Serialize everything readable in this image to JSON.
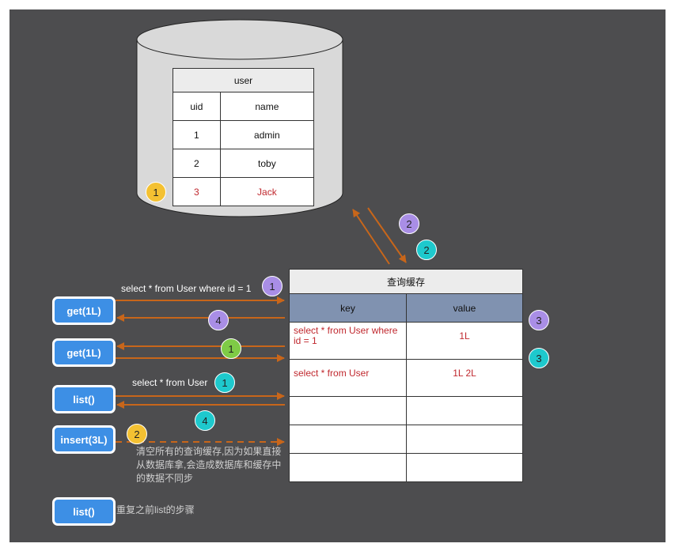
{
  "colors": {
    "panel": "#4d4d4f",
    "arrow": "#c8661a",
    "button": "#3d8fe5",
    "badge_purple": "#a98ee6",
    "badge_teal": "#1ec9cd",
    "badge_green": "#7fcb46",
    "badge_yellow": "#f4c132",
    "highlight_text": "#c0282e"
  },
  "database": {
    "table_title": "user",
    "columns": [
      "uid",
      "name"
    ],
    "rows": [
      [
        "1",
        "admin"
      ],
      [
        "2",
        "toby"
      ],
      [
        "3",
        "Jack"
      ]
    ],
    "new_row_badge": "1"
  },
  "cache": {
    "title": "查询缓存",
    "columns": [
      "key",
      "value"
    ],
    "entries": [
      {
        "key": "select * from User where id = 1",
        "value": "1L",
        "badge": "3"
      },
      {
        "key": "select * from User",
        "value": "1L 2L",
        "badge": "3"
      }
    ]
  },
  "db_cache_badges": [
    "2",
    "2"
  ],
  "operations": [
    {
      "label": "get(1L)",
      "query": "select * from User where id = 1",
      "out_badge": "1",
      "back_badge": "4"
    },
    {
      "label": "get(1L)",
      "mid_badge": "1"
    },
    {
      "label": "list()",
      "query": "select * from User",
      "out_badge": "1",
      "back_badge": "4"
    },
    {
      "label": "insert(3L)",
      "badge": "2",
      "note": [
        "清空所有的查询缓存,因为如果直接",
        "从数据库拿,会造成数据库和缓存中",
        "的数据不同步"
      ]
    },
    {
      "label": "list()",
      "note": "重复之前list的步骤"
    }
  ]
}
